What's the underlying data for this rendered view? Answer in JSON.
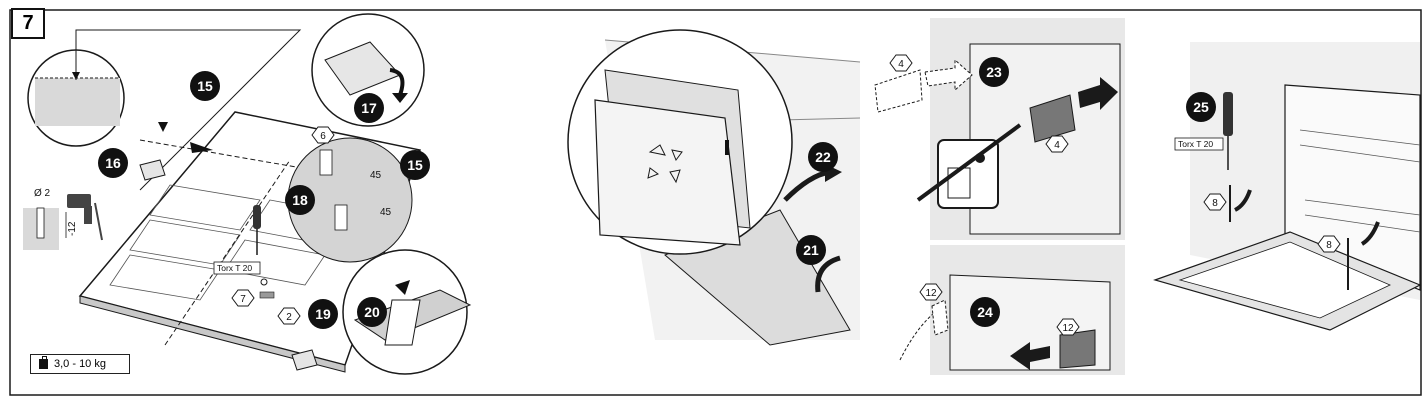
{
  "step": "7",
  "weight_range": "3,0 - 10 kg",
  "drill": {
    "diameter": "Ø 2",
    "depth": "-12"
  },
  "tool_label_left": "Torx T 20",
  "tool_label_right": "Torx T 20",
  "callouts": {
    "c15a": "15",
    "c15b": "15",
    "c16": "16",
    "c17": "17",
    "c18": "18",
    "c19": "19",
    "c20": "20",
    "c21": "21",
    "c22": "22",
    "c23": "23",
    "c24": "24",
    "c25": "25"
  },
  "part_numbers": {
    "p6": "6",
    "p7": "7",
    "p2": "2",
    "p4a": "4",
    "p4b": "4",
    "p12a": "12",
    "p12b": "12",
    "p8a": "8",
    "p8b": "8"
  },
  "angle_a": "45",
  "angle_b": "45",
  "colors": {
    "line": "#1a1a1a",
    "fill_dark": "#111111",
    "panel_gray": "#d9d9d9",
    "accent_gray": "#888888"
  }
}
